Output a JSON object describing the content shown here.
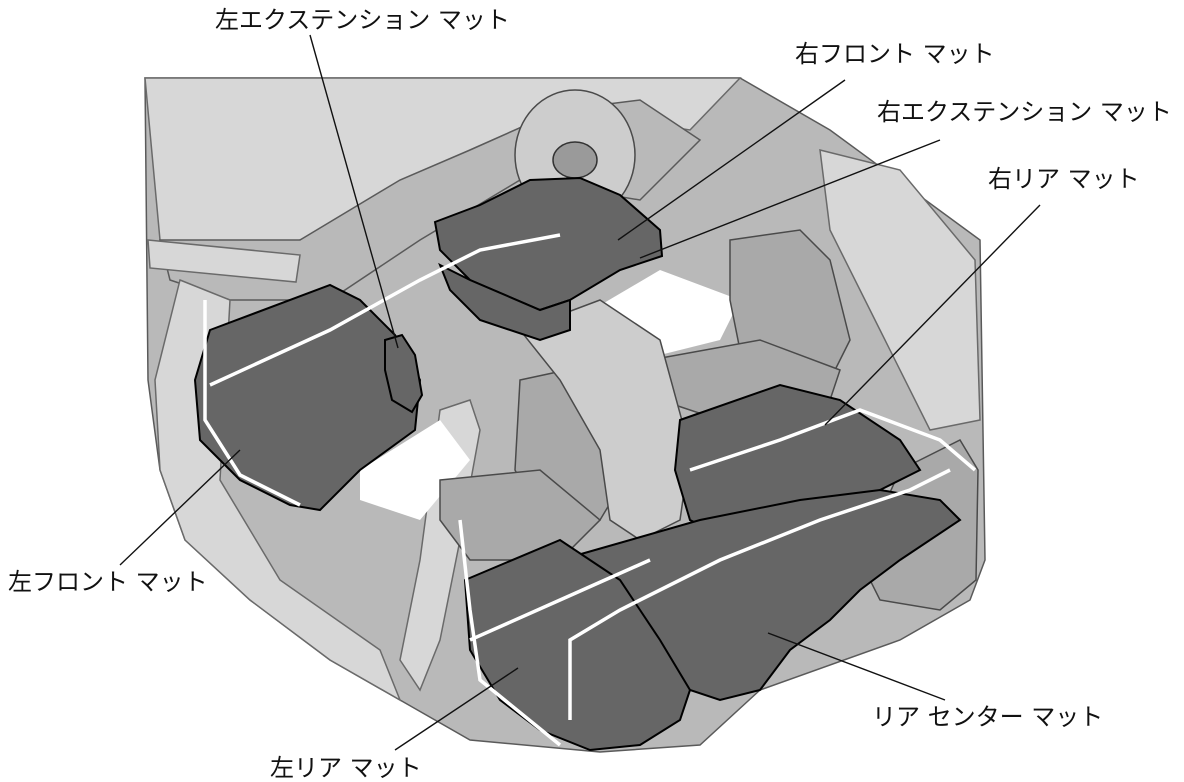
{
  "labels": {
    "left_extension_mat": "左エクステンション マット",
    "right_front_mat": "右フロント マット",
    "right_extension_mat": "右エクステンション マット",
    "right_rear_mat": "右リア マット",
    "left_front_mat": "左フロント マット",
    "rear_center_mat": "リア センター マット",
    "left_rear_mat": "左リア マット"
  }
}
